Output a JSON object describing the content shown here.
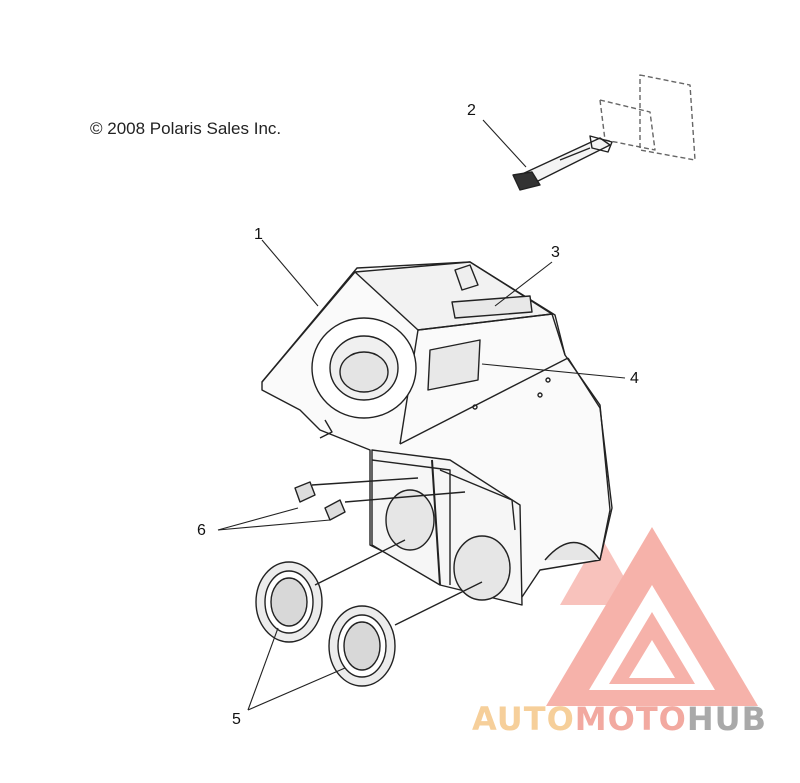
{
  "diagram": {
    "copyright": "© 2008 Polaris Sales Inc.",
    "callouts": [
      {
        "id": "1",
        "label": "1"
      },
      {
        "id": "2",
        "label": "2"
      },
      {
        "id": "3",
        "label": "3"
      },
      {
        "id": "4",
        "label": "4"
      },
      {
        "id": "5",
        "label": "5"
      },
      {
        "id": "6",
        "label": "6"
      }
    ]
  },
  "watermark": {
    "part1": "AUTO",
    "part2": "MOTO",
    "part3": "HUB",
    "colors": {
      "auto": "#f6cf9a",
      "moto": "#f2a9a0",
      "hub": "#a9a9a9",
      "logo": "#f08a80"
    }
  }
}
